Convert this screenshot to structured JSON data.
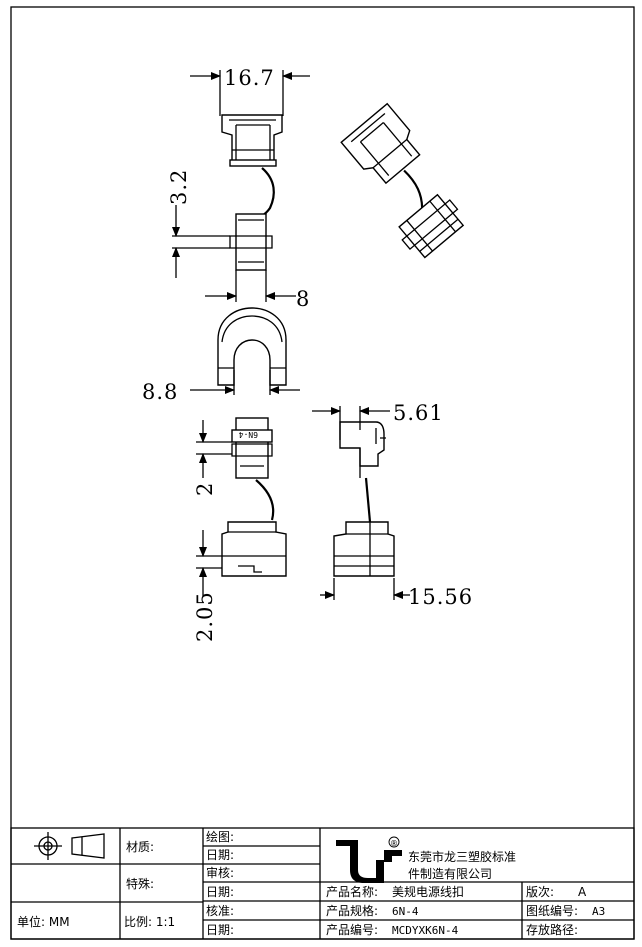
{
  "dimensions": {
    "d1": "16.7",
    "d2": "3.2",
    "d3": "8",
    "d4": "8.8",
    "d5": "5.61",
    "d6": "2",
    "d7": "2.05",
    "d8": "15.56"
  },
  "part_marking": "6N-4",
  "title_block": {
    "material_label": "材质:",
    "special_label": "特殊:",
    "unit": "单位: MM",
    "scale": "比例: 1:1",
    "drawn_label": "绘图:",
    "date_label_1": "日期:",
    "review_label": "审核:",
    "date_label_2": "日期:",
    "approve_label": "核准:",
    "date_label_3": "日期:",
    "company_line1": "东莞市龙三塑胶标准",
    "company_line2": "件制造有限公司",
    "registered_mark": "®",
    "product_name_label": "产品名称:",
    "product_name": "美规电源线扣",
    "product_spec_label": "产品规格:",
    "product_spec": "6N-4",
    "product_code_label": "产品编号:",
    "product_code": "MCDYXK6N-4",
    "version_label": "版次:",
    "version": "A",
    "sheet_label": "图纸编号:",
    "sheet_size": "A3",
    "path_label": "存放路径:",
    "path": ""
  }
}
